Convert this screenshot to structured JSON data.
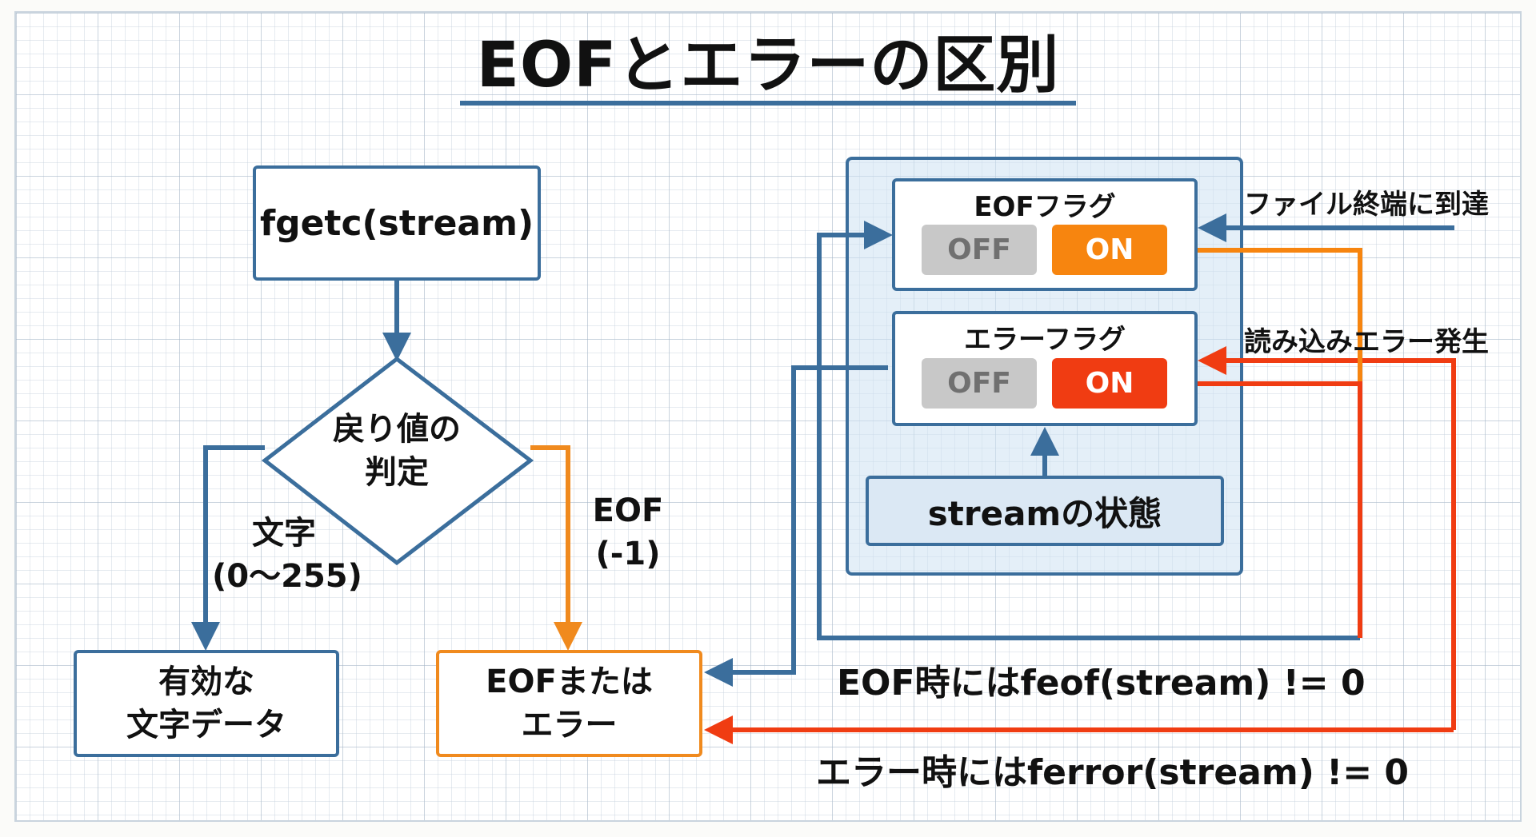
{
  "title": "EOFとエラーの区別",
  "flowchart": {
    "start_box": "fgetc(stream)",
    "decision": {
      "line1": "戻り値の",
      "line2": "判定"
    },
    "branch_char": {
      "line1": "文字",
      "line2": "(0〜255)"
    },
    "branch_eof": {
      "line1": "EOF",
      "line2": "(-1)"
    },
    "result_valid": {
      "line1": "有効な",
      "line2": "文字データ"
    },
    "result_eof_error": {
      "line1": "EOFまたは",
      "line2": "エラー"
    }
  },
  "stream_panel": {
    "eof_flag": {
      "title": "EOFフラグ",
      "off_label": "OFF",
      "on_label": "ON",
      "state": "ON"
    },
    "error_flag": {
      "title": "エラーフラグ",
      "off_label": "OFF",
      "on_label": "ON",
      "state": "ON"
    },
    "stream_state": "streamの状態"
  },
  "events": {
    "file_end": "ファイル終端に到達",
    "read_error": "読み込みエラー発生"
  },
  "checks": {
    "eof_check": "EOF時にはfeof(stream) != 0",
    "error_check": "エラー時にはferror(stream) != 0"
  },
  "colors": {
    "blue": "#3b6e9c",
    "orange": "#f7850f",
    "red": "#f03c12",
    "off_gray": "#c8c8c8"
  }
}
